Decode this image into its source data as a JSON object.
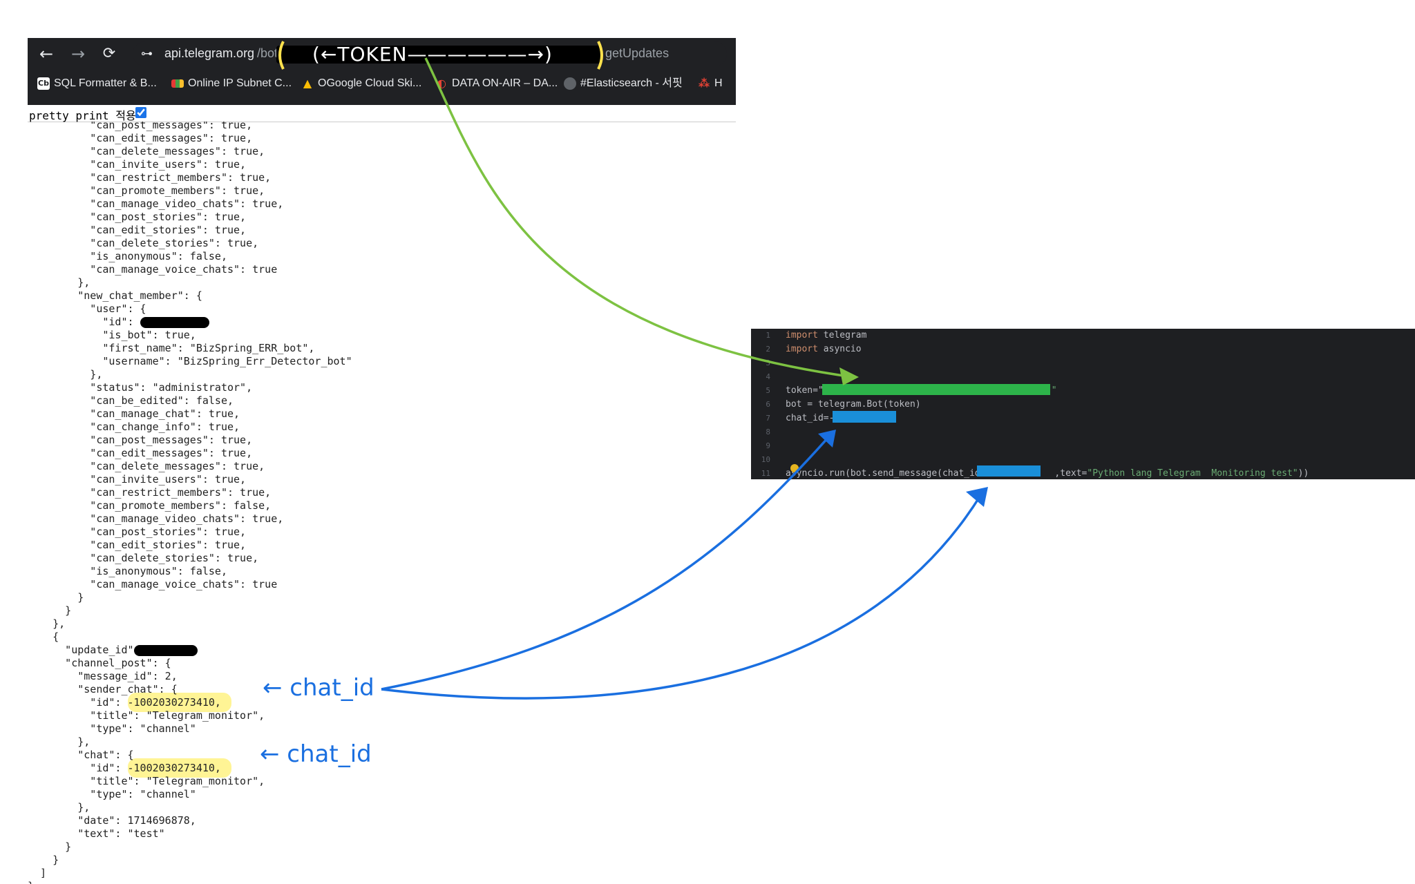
{
  "browser": {
    "url_host": "api.telegram.org",
    "url_path_prefix": "/bot",
    "url_path_method": "getUpdates",
    "nav": {
      "back": "←",
      "forward": "→",
      "reload": "⟳",
      "site_settings": "⊶"
    },
    "bookmarks": [
      {
        "label": "SQL Formatter & B...",
        "icon": "Cb"
      },
      {
        "label": "Online IP Subnet C...",
        "icon": ""
      },
      {
        "label": "OGoogle Cloud Ski...",
        "icon": "▲"
      },
      {
        "label": "DATA ON-AIR – DA...",
        "icon": "◐"
      },
      {
        "label": "#Elasticsearch - 서핏",
        "icon": ""
      },
      {
        "label": "H",
        "icon": "⁂"
      }
    ],
    "pretty_print": {
      "label": "pretty print 적용",
      "checked": true
    }
  },
  "json_lines": [
    "          \"can_post_messages\": true,",
    "          \"can_edit_messages\": true,",
    "          \"can_delete_messages\": true,",
    "          \"can_invite_users\": true,",
    "          \"can_restrict_members\": true,",
    "          \"can_promote_members\": true,",
    "          \"can_manage_video_chats\": true,",
    "          \"can_post_stories\": true,",
    "          \"can_edit_stories\": true,",
    "          \"can_delete_stories\": true,",
    "          \"is_anonymous\": false,",
    "          \"can_manage_voice_chats\": true",
    "        },",
    "        \"new_chat_member\": {",
    "          \"user\": {",
    "            \"id\": ",
    "            \"is_bot\": true,",
    "            \"first_name\": \"BizSpring_ERR_bot\",",
    "            \"username\": \"BizSpring_Err_Detector_bot\"",
    "          },",
    "          \"status\": \"administrator\",",
    "          \"can_be_edited\": false,",
    "          \"can_manage_chat\": true,",
    "          \"can_change_info\": true,",
    "          \"can_post_messages\": true,",
    "          \"can_edit_messages\": true,",
    "          \"can_delete_messages\": true,",
    "          \"can_invite_users\": true,",
    "          \"can_restrict_members\": true,",
    "          \"can_promote_members\": false,",
    "          \"can_manage_video_chats\": true,",
    "          \"can_post_stories\": true,",
    "          \"can_edit_stories\": true,",
    "          \"can_delete_stories\": true,",
    "          \"is_anonymous\": false,",
    "          \"can_manage_voice_chats\": true",
    "        }",
    "      }",
    "    },",
    "    {",
    "      \"update_id\": ",
    "      \"channel_post\": {",
    "        \"message_id\": 2,",
    "        \"sender_chat\": {",
    "          \"id\": -1002030273410,",
    "          \"title\": \"Telegram_monitor\",",
    "          \"type\": \"channel\"",
    "        },",
    "        \"chat\": {",
    "          \"id\": -1002030273410,",
    "          \"title\": \"Telegram_monitor\",",
    "          \"type\": \"channel\"",
    "        },",
    "        \"date\": 1714696878,",
    "        \"text\": \"test\"",
    "      }",
    "    }",
    "  ]",
    "}"
  ],
  "code": {
    "lines": [
      {
        "n": "1",
        "kw": "import",
        "rest": " telegram"
      },
      {
        "n": "2",
        "kw": "import",
        "rest": " asyncio"
      },
      {
        "n": "3",
        "kw": "",
        "rest": ""
      },
      {
        "n": "4",
        "kw": "",
        "rest": ""
      },
      {
        "n": "5",
        "kw": "",
        "rest": "token=\""
      },
      {
        "n": "6",
        "kw": "",
        "rest": "bot = telegram.Bot(token)"
      },
      {
        "n": "7",
        "kw": "",
        "rest": "chat_id=-"
      },
      {
        "n": "8",
        "kw": "",
        "rest": ""
      },
      {
        "n": "9",
        "kw": "",
        "rest": ""
      },
      {
        "n": "10",
        "kw": "",
        "rest": ""
      },
      {
        "n": "11",
        "kw": "",
        "rest": "asyncio.run(bot.send_message(chat_id=-"
      }
    ],
    "token_close_quote": "\"",
    "send_tail": ",text=",
    "send_text_string": "\"Python lang Telegram  Monitoring test\"",
    "send_close": "))"
  },
  "annotations": {
    "token_label": "(←TOKEN——————→)",
    "chat_id_label_1": "← chat_id",
    "chat_id_label_2": "← chat_id",
    "colors": {
      "token_arrow": "#7dc242",
      "chat_arrow": "#1a6fe0",
      "highlight": "#fff38a",
      "token_bracket": "#ffe14d"
    }
  }
}
